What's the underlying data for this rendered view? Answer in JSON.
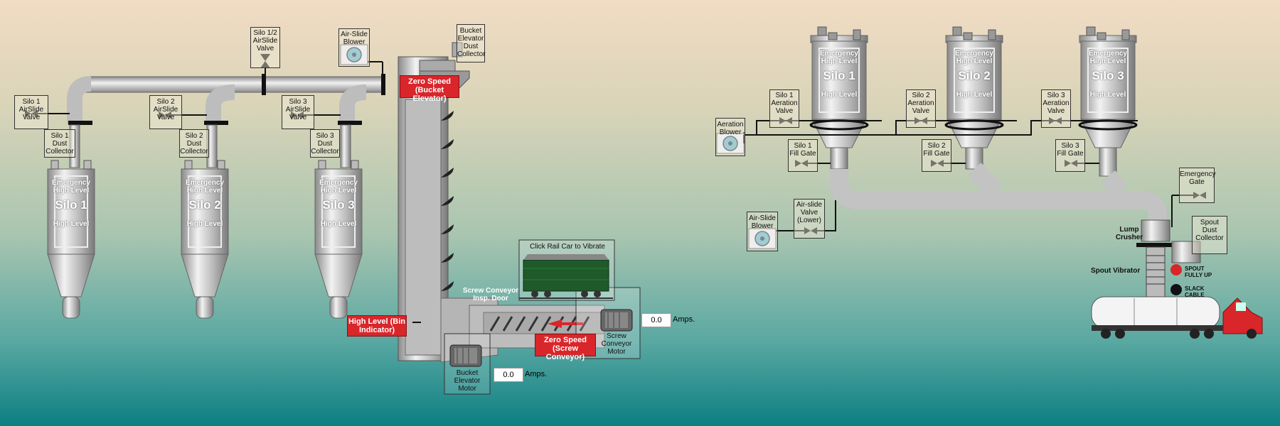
{
  "left": {
    "silos": [
      {
        "emergency": "Emergency High Level",
        "name": "Silo 1",
        "high": "High Level",
        "valve": "Silo 1 AirSlide Valve",
        "collector": "Silo 1 Dust Collector"
      },
      {
        "emergency": "Emergency High Level",
        "name": "Silo 2",
        "high": "High Level",
        "valve": "Silo 2 AirSlide Valve",
        "collector": "Silo 2 Dust Collector"
      },
      {
        "emergency": "Emergency High Level",
        "name": "Silo 3",
        "high": "High Level",
        "valve": "Silo 3 AirSlide Valve",
        "collector": "Silo 3 Dust Collector"
      }
    ],
    "silo12_valve": "Silo 1/2 AirSlide Valve",
    "airslide_blower": "Air-Slide Blower",
    "bucket_collector": "Bucket Elevator Dust Collector",
    "zero_speed_bucket": "Zero Speed (Bucket Elevator)",
    "high_level_bin": "High Level (Bin Indicator)",
    "rail_car": "Click Rail Car to Vibrate",
    "screw_door": "Screw Conveyor Insp. Door",
    "zero_speed_screw": "Zero Speed (Screw Conveyor)",
    "screw_motor": "Screw Conveyor Motor",
    "bucket_motor": "Bucket Elevator Motor",
    "screw_amps": {
      "value": "0.0",
      "unit": "Amps."
    },
    "bucket_amps": {
      "value": "0.0",
      "unit": "Amps."
    }
  },
  "right": {
    "silos": [
      {
        "emergency": "Emergency High Level",
        "name": "Silo 1",
        "high": "High Level",
        "aeration": "Silo 1 Aeration Valve",
        "fill": "Silo 1 Fill Gate"
      },
      {
        "emergency": "Emergency High Level",
        "name": "Silo 2",
        "high": "High Level",
        "aeration": "Silo 2 Aeration Valve",
        "fill": "Silo 2 Fill Gate"
      },
      {
        "emergency": "Emergency High Level",
        "name": "Silo 3",
        "high": "High Level",
        "aeration": "Silo 3 Aeration Valve",
        "fill": "Silo 3 Fill Gate"
      }
    ],
    "aeration_blower": "Aeration Blower",
    "airslide_blower": "Air-Slide Blower",
    "airslide_valve": "Air-slide Valve (Lower)",
    "emergency_gate": "Emergency Gate",
    "lump_crusher": "Lump Crusher",
    "spout_collector": "Spout Dust Collector",
    "spout_vibrator": "Spout Vibrator",
    "spout_fully_up": "SPOUT FULLY UP",
    "slack_cable": "SLACK CABLE"
  },
  "colors": {
    "alarm_red": "#d9262b",
    "pipe": "#c8c8c8",
    "line": "#000000"
  }
}
